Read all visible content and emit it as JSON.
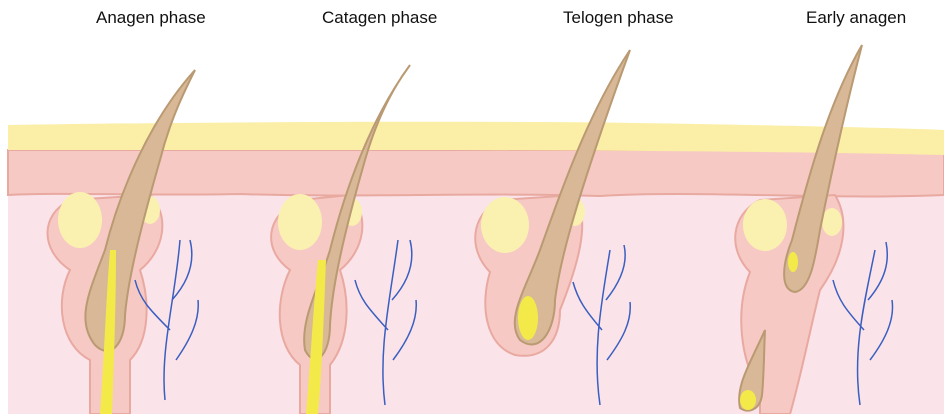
{
  "phases": [
    {
      "label": "Anagen phase"
    },
    {
      "label": "Catagen phase"
    },
    {
      "label": "Telogen phase"
    },
    {
      "label": "Early anagen"
    }
  ],
  "colors": {
    "epidermis": "#fbeea6",
    "dermis_upper": "#f7c9c4",
    "dermis_lower": "#fbe3ea",
    "follicle_outline": "#e8a9a0",
    "hair_shaft": "#d8b896",
    "hair_outline": "#b99a72",
    "sebaceous_gland": "#faf1b0",
    "hair_core": "#f3ea4a",
    "vessel": "#3a5fc0"
  }
}
